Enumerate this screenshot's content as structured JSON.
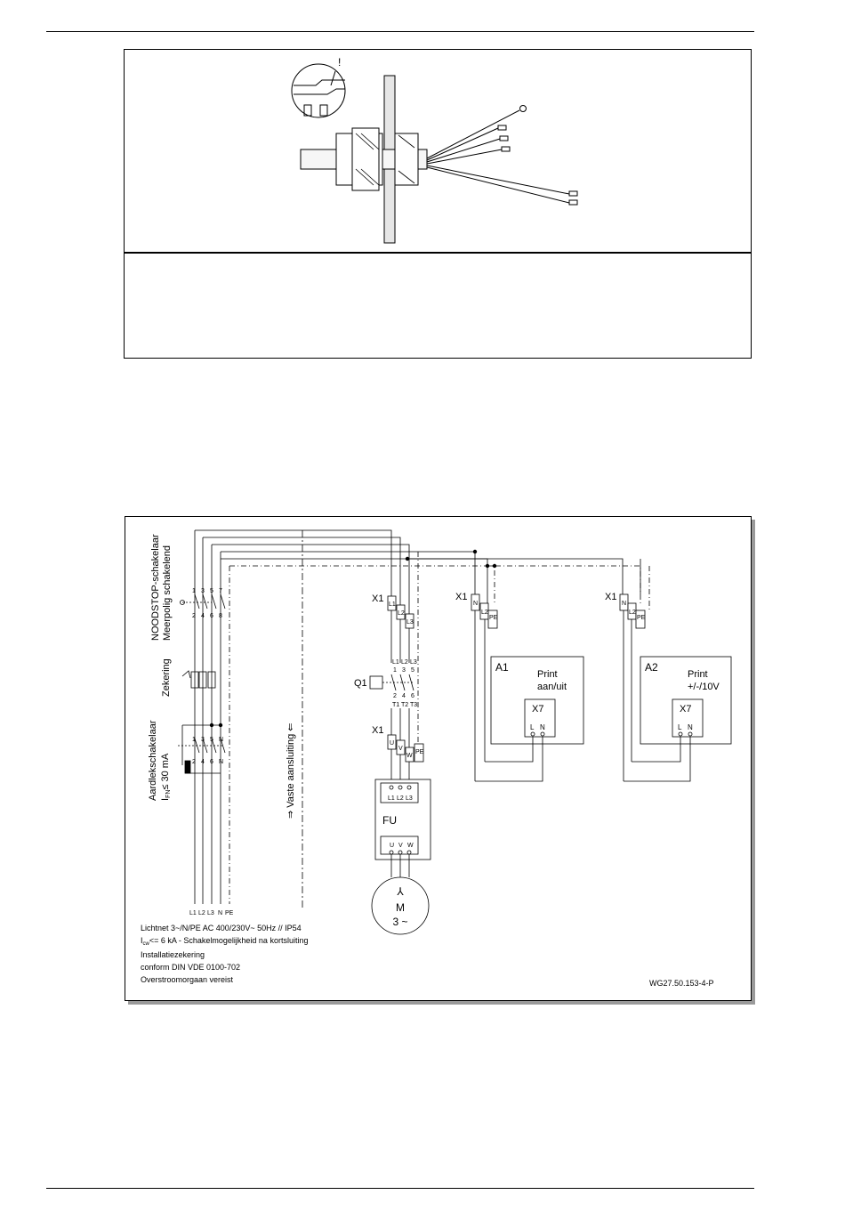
{
  "gland_figure": {
    "warning_mark": "!"
  },
  "schematic": {
    "drawing_number": "WG27.50.153-4-P",
    "emergency_stop": {
      "line1": "NOODSTOP-schakelaar",
      "line2": "Meerpolig schakelend"
    },
    "fuse_label": "Zekering",
    "rcd": {
      "line1": "Aardlekschakelaar",
      "line2_prefix": "I",
      "line2_sub": "FN",
      "line2_suffix": "≤ 30 mA"
    },
    "fixed_connection": "⇒ Vaste aansluiting ⇐",
    "contact_numbers_top": [
      "1",
      "3",
      "5",
      "7"
    ],
    "contact_numbers_bottom": [
      "2",
      "4",
      "6",
      "8"
    ],
    "rcd_numbers_top": [
      "1",
      "3",
      "5",
      "N"
    ],
    "rcd_numbers_bottom": [
      "2",
      "4",
      "6",
      "N"
    ],
    "mains_labels": [
      "L1",
      "L2",
      "L3",
      "N",
      "PE"
    ],
    "terminal_x1": "X1",
    "x1_main_terminals": [
      "L1",
      "L2",
      "L3"
    ],
    "q1": {
      "label": "Q1",
      "top_line": [
        "L1",
        "L2",
        "L3"
      ],
      "top_nums": [
        "1",
        "3",
        "5"
      ],
      "bottom_nums": [
        "2",
        "4",
        "6"
      ],
      "bottom_line": [
        "T1",
        "T2",
        "T3"
      ]
    },
    "x1_motor_terminals": [
      "U",
      "V",
      "W",
      "PE"
    ],
    "fu": {
      "label": "FU",
      "inputs": [
        "L1",
        "L2",
        "L3"
      ],
      "outputs": [
        "U",
        "V",
        "W"
      ]
    },
    "motor": {
      "star": "⅄",
      "letter": "M",
      "phase": "3 ~"
    },
    "a1": {
      "label": "A1",
      "title_line1": "Print",
      "title_line2": "aan/uit",
      "terminals": [
        "N",
        "L2",
        "PE"
      ],
      "connector": "X7",
      "connector_pins": [
        "L",
        "N"
      ]
    },
    "a2": {
      "label": "A2",
      "title_line1": "Print",
      "title_line2": "+/-/10V",
      "terminals": [
        "N",
        "L2",
        "PE"
      ],
      "connector": "X7",
      "connector_pins": [
        "L",
        "N"
      ]
    },
    "notes": {
      "line1": "Lichtnet 3~/N/PE AC 400/230V~ 50Hz // IP54",
      "line2_prefix": "I",
      "line2_sub": "cw",
      "line2_suffix": "<= 6 kA -   Schakelmogelijkheid na kortsluiting",
      "line3": "Installatiezekering",
      "line4": "conform DIN VDE 0100-702",
      "line5": "Overstroomorgaan vereist"
    }
  }
}
